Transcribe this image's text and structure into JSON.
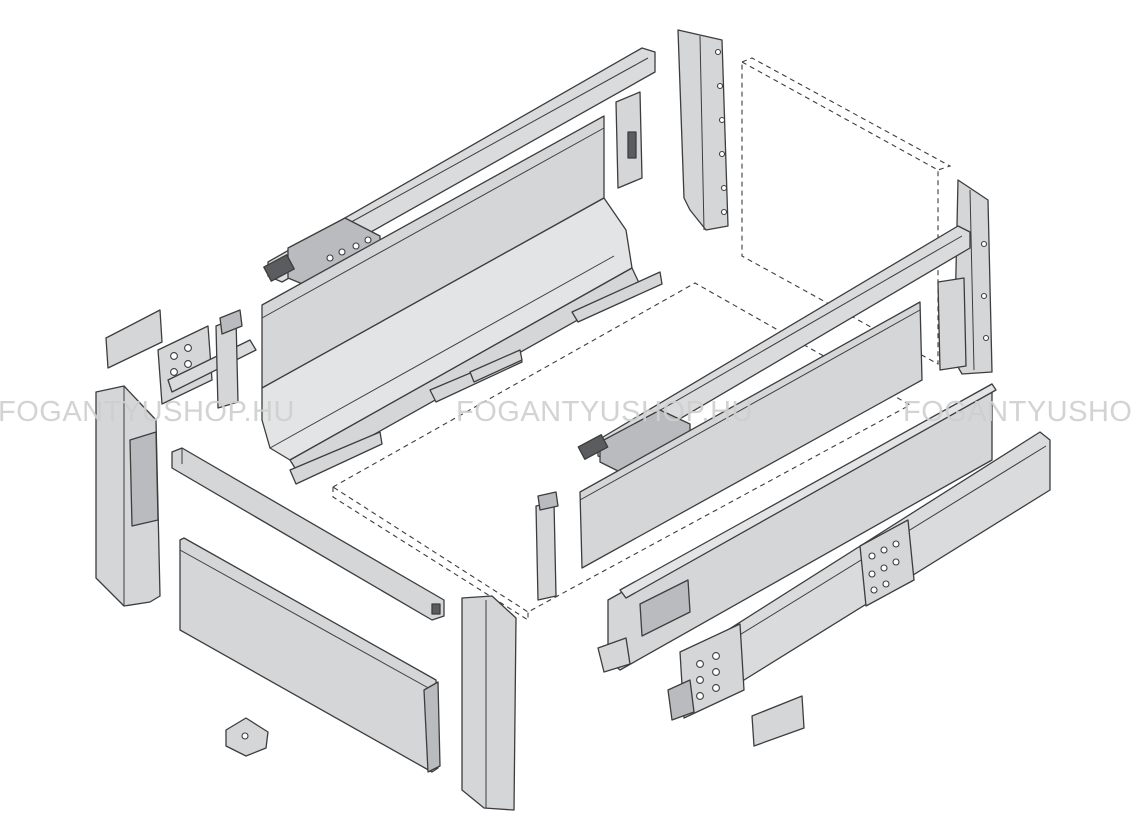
{
  "watermark": {
    "items": [
      "FOGANTYUSHOP.HU",
      "FOGANTYUSHOP.HU",
      "FOGANTYUSHO"
    ]
  },
  "colors": {
    "background": "#ffffff",
    "panel": "#d5d6d8",
    "outline": "#3d3d3d",
    "watermark": "#cfcfcf"
  },
  "icons": [
    "exploded-drawer-diagram"
  ]
}
